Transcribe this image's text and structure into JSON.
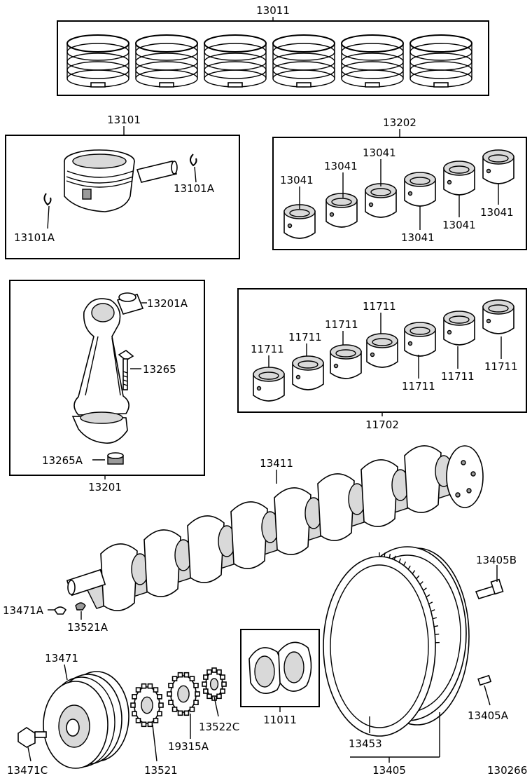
{
  "diagram": {
    "figure_code": "130266",
    "groups": {
      "piston_ring_set": "13011",
      "piston_set": "13101",
      "conrod_bearing_set": "13202",
      "main_bearing_set": "11702",
      "connecting_rod_assy": "13201"
    },
    "parts": {
      "piston_snap_ring_right": "13101A",
      "piston_snap_ring_left": "13101A",
      "conrod_bearing_1": "13041",
      "conrod_bearing_2": "13041",
      "conrod_bearing_3": "13041",
      "conrod_bearing_4": "13041",
      "conrod_bearing_5": "13041",
      "conrod_bearing_6": "13041",
      "conrod_bushing": "13201A",
      "conrod_bolt": "13265",
      "conrod_nut": "13265A",
      "main_bearing_1": "11711",
      "main_bearing_2": "11711",
      "main_bearing_3": "11711",
      "main_bearing_4": "11711",
      "main_bearing_5": "11711",
      "main_bearing_6": "11711",
      "main_bearing_7": "11711",
      "crankshaft": "13411",
      "flywheel_bolt": "13405B",
      "pulley_key": "13471A",
      "crankshaft_key": "13521A",
      "crankshaft_pulley": "13471",
      "pulley_bolt": "13471C",
      "crankshaft_timing_gear": "13521",
      "pulley_gear": "19315A",
      "timing_gear_c": "13522C",
      "thrust_washer_set": "11011",
      "ring_gear": "13453",
      "flywheel": "13405",
      "flywheel_pin": "13405A"
    }
  }
}
